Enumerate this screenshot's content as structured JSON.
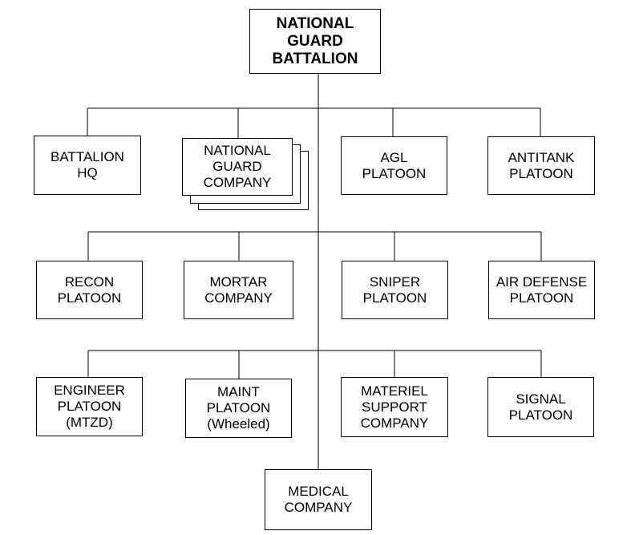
{
  "chart": {
    "root": "NATIONAL\nGUARD\nBATTALION",
    "row1": [
      "BATTALION\nHQ",
      "NATIONAL\nGUARD\nCOMPANY",
      "AGL\nPLATOON",
      "ANTITANK\nPLATOON"
    ],
    "row2": [
      "RECON\nPLATOON",
      "MORTAR\nCOMPANY",
      "SNIPER\nPLATOON",
      "AIR DEFENSE\nPLATOON"
    ],
    "row3": [
      "ENGINEER\nPLATOON\n(MTZD)",
      "MAINT\nPLATOON\n(Wheeled)",
      "MATERIEL\nSUPPORT\nCOMPANY",
      "SIGNAL\nPLATOON"
    ],
    "bottom": "MEDICAL\nCOMPANY"
  }
}
